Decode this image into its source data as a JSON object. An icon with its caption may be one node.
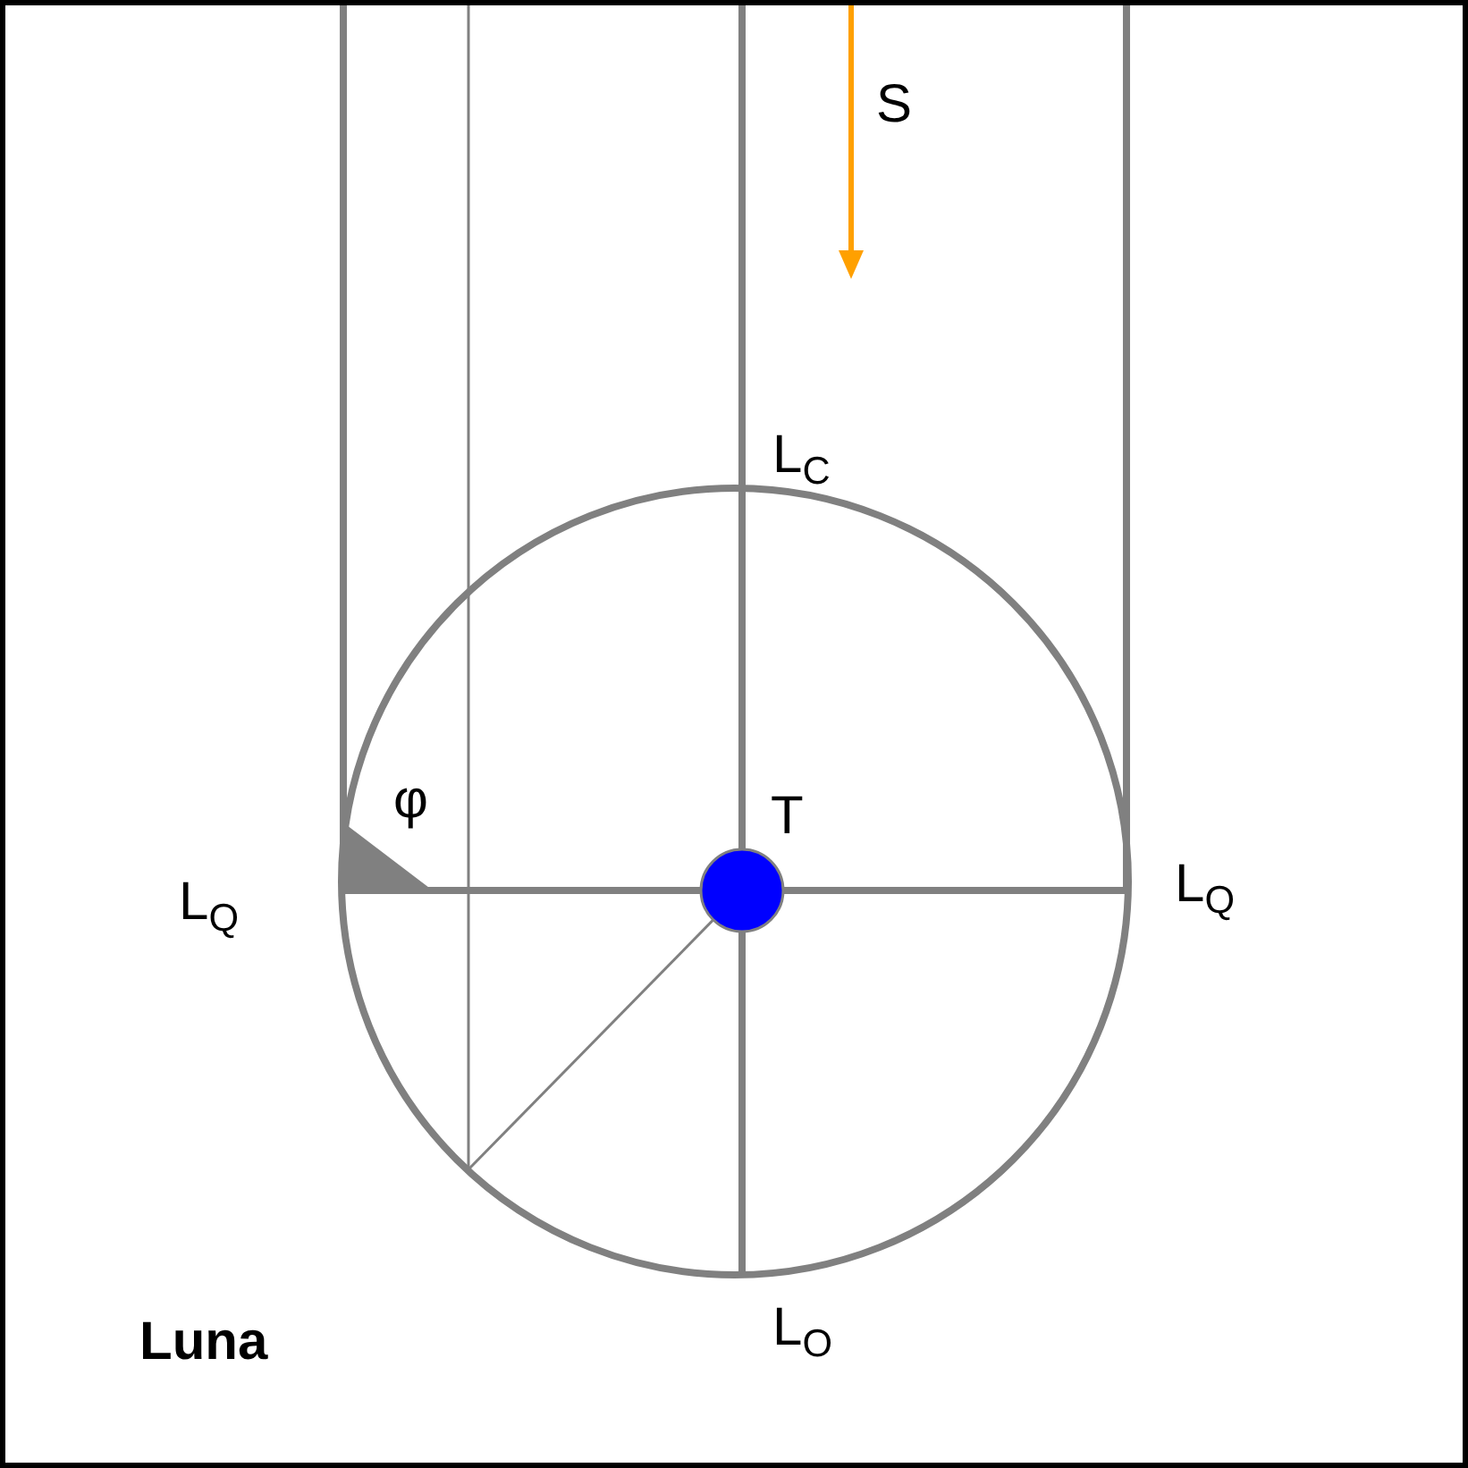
{
  "diagram": {
    "labels": [
      "S",
      "L$_{C}$",
      "φ",
      "T",
      "L$_{Q}$",
      "L$_{Q}$",
      "Luna",
      "L$_{O}$"
    ]
  }
}
